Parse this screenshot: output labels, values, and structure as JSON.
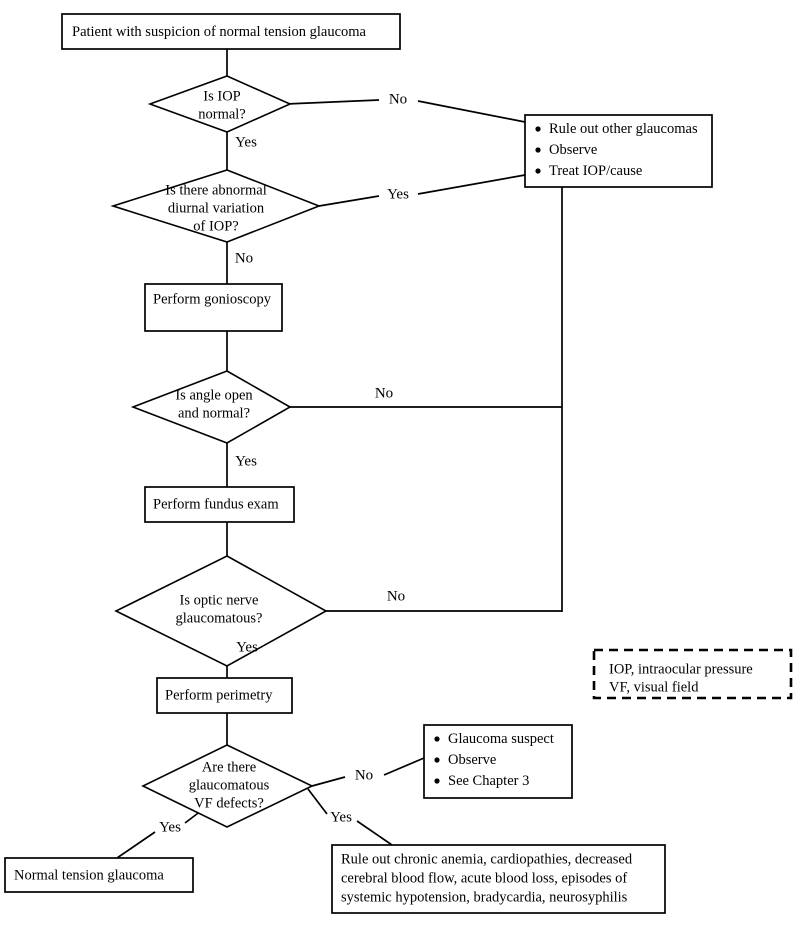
{
  "chart_data": {
    "type": "diagram",
    "title": "Normal tension glaucoma diagnostic flowchart",
    "diagram_kind": "flowchart",
    "nodes": [
      {
        "id": "start",
        "shape": "rect",
        "lines": [
          "Patient with suspicion of normal tension glaucoma"
        ]
      },
      {
        "id": "d1",
        "shape": "diamond",
        "lines": [
          "Is IOP",
          "normal?"
        ]
      },
      {
        "id": "d2",
        "shape": "diamond",
        "lines": [
          "Is there abnormal",
          "diurnal variation",
          "of  IOP?"
        ]
      },
      {
        "id": "gonioscopy",
        "shape": "rect",
        "lines": [
          "Perform gonioscopy"
        ]
      },
      {
        "id": "d3",
        "shape": "diamond",
        "lines": [
          "Is angle open",
          "and normal?"
        ]
      },
      {
        "id": "fundus",
        "shape": "rect",
        "lines": [
          "Perform fundus exam"
        ]
      },
      {
        "id": "d4",
        "shape": "diamond",
        "lines": [
          "Is optic nerve",
          "glaucomatous?"
        ]
      },
      {
        "id": "perimetry",
        "shape": "rect",
        "lines": [
          "Perform perimetry"
        ]
      },
      {
        "id": "d5",
        "shape": "diamond",
        "lines": [
          "Are there",
          "glaucomatous",
          "VF defects?"
        ]
      },
      {
        "id": "ruleout",
        "shape": "bullet-rect",
        "lines": [
          "Rule out other glaucomas",
          "Observe",
          "Treat IOP/cause"
        ]
      },
      {
        "id": "suspect",
        "shape": "bullet-rect",
        "lines": [
          "Glaucoma suspect",
          "Observe",
          "See Chapter 3"
        ]
      },
      {
        "id": "diagnosis",
        "shape": "rect",
        "lines": [
          "Normal tension glaucoma"
        ]
      },
      {
        "id": "systemic",
        "shape": "rect",
        "lines": [
          "Rule out chronic anemia, cardiopathies, decreased",
          "cerebral blood flow, acute blood loss, episodes of",
          "systemic hypotension, bradycardia, neurosyphilis"
        ]
      }
    ],
    "edges": [
      {
        "from": "start",
        "to": "d1",
        "label": ""
      },
      {
        "from": "d1",
        "to": "ruleout",
        "label": "No"
      },
      {
        "from": "d1",
        "to": "d2",
        "label": "Yes"
      },
      {
        "from": "d2",
        "to": "ruleout",
        "label": "Yes"
      },
      {
        "from": "d2",
        "to": "gonioscopy",
        "label": "No"
      },
      {
        "from": "gonioscopy",
        "to": "d3",
        "label": ""
      },
      {
        "from": "d3",
        "to": "ruleout",
        "label": "No"
      },
      {
        "from": "d3",
        "to": "fundus",
        "label": "Yes"
      },
      {
        "from": "fundus",
        "to": "d4",
        "label": ""
      },
      {
        "from": "d4",
        "to": "ruleout",
        "label": "No"
      },
      {
        "from": "d4",
        "to": "perimetry",
        "label": "Yes"
      },
      {
        "from": "perimetry",
        "to": "d5",
        "label": ""
      },
      {
        "from": "d5",
        "to": "suspect",
        "label": "No"
      },
      {
        "from": "d5",
        "to": "diagnosis",
        "label": "Yes"
      },
      {
        "from": "d5",
        "to": "systemic",
        "label": "Yes"
      }
    ],
    "legend": {
      "position": "middle-right",
      "style": "dashed-box",
      "entries": [
        "IOP,  intraocular pressure",
        "VF, visual field"
      ]
    },
    "colors": {
      "stroke": "#000000",
      "fill": "#ffffff",
      "text": "#000000"
    }
  },
  "start_box": {
    "text": "Patient with suspicion of normal tension glaucoma"
  },
  "decision_iop": {
    "line1": "Is IOP",
    "line2": "normal?",
    "line3": ""
  },
  "decision_diurnal": {
    "line1": "Is there abnormal",
    "line2": "diurnal variation",
    "line3": "of  IOP?"
  },
  "decision_angle": {
    "line1": "Is angle open",
    "line2": "and normal?",
    "line3": ""
  },
  "decision_nerve": {
    "line1": "Is optic nerve",
    "line2": "glaucomatous?",
    "line3": ""
  },
  "decision_vf": {
    "line1": "Are there",
    "line2": "glaucomatous",
    "line3": "VF defects?"
  },
  "process_gonioscopy": {
    "text": "Perform gonioscopy"
  },
  "process_fundus": {
    "text": "Perform fundus exam"
  },
  "process_perimetry": {
    "text": "Perform perimetry"
  },
  "ruleout_box": {
    "item1": "Rule out other glaucomas",
    "item2": "Observe",
    "item3": "Treat IOP/cause"
  },
  "suspect_box": {
    "item1": "Glaucoma suspect",
    "item2": "Observe",
    "item3": "See Chapter 3"
  },
  "diagnosis_box": {
    "text": "Normal tension glaucoma"
  },
  "systemic_box": {
    "line1": "Rule out chronic anemia, cardiopathies, decreased",
    "line2": "cerebral blood flow, acute blood loss, episodes of",
    "line3": "systemic hypotension, bradycardia, neurosyphilis"
  },
  "legend_box": {
    "line1": "IOP,  intraocular pressure",
    "line2": "VF, visual field"
  },
  "edge_labels": {
    "iop_no": "No",
    "iop_yes": "Yes",
    "diurnal_yes": "Yes",
    "diurnal_no": "No",
    "angle_no": "No",
    "angle_yes": "Yes",
    "nerve_no": "No",
    "nerve_yes": "Yes",
    "vf_no": "No",
    "vf_yes_left": "Yes",
    "vf_yes_right": "Yes"
  }
}
